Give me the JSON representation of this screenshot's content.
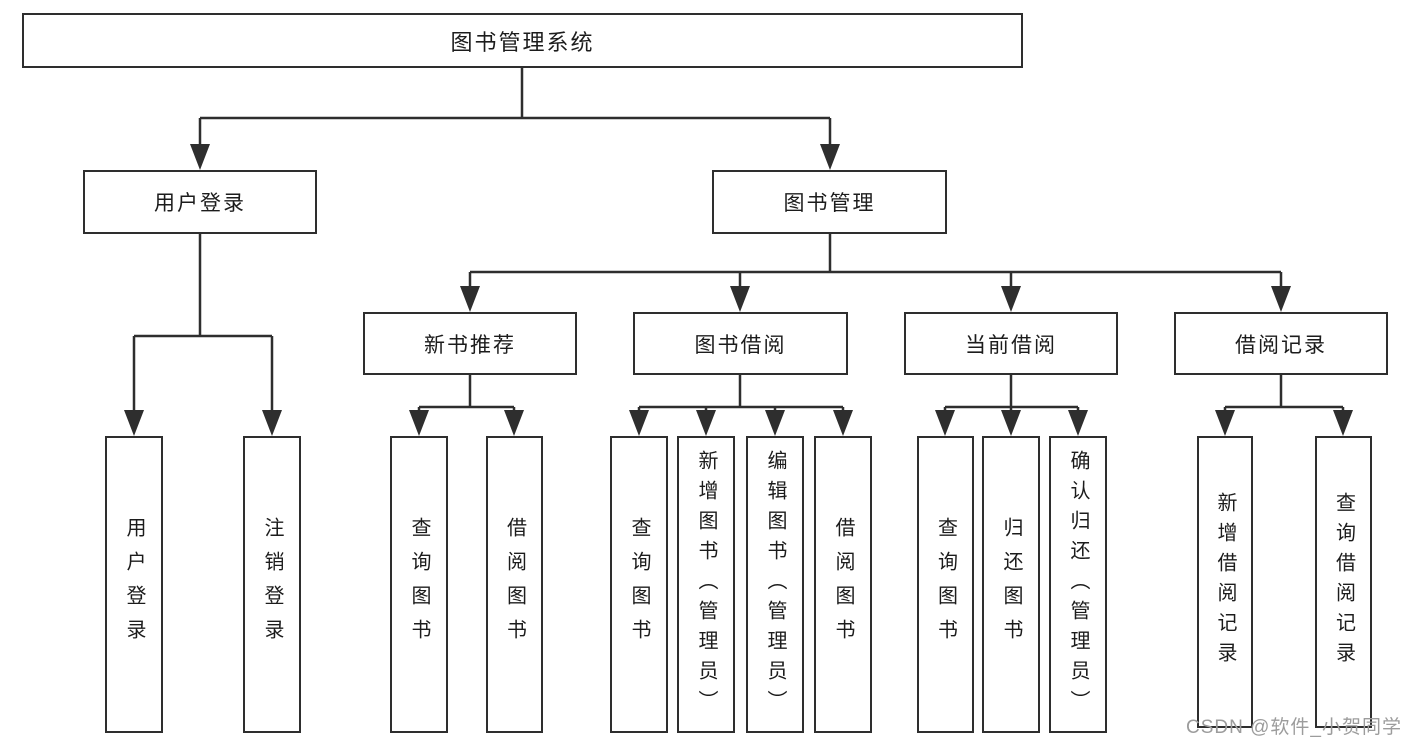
{
  "diagram_title": "图书管理系统",
  "tree": {
    "root": {
      "label": "图书管理系统"
    },
    "children": [
      {
        "label": "用户登录",
        "children": [
          {
            "label": "用户登录"
          },
          {
            "label": "注销登录"
          }
        ]
      },
      {
        "label": "图书管理",
        "children": [
          {
            "label": "新书推荐",
            "children": [
              {
                "label": "查询图书"
              },
              {
                "label": "借阅图书"
              }
            ]
          },
          {
            "label": "图书借阅",
            "children": [
              {
                "label": "查询图书"
              },
              {
                "label": "新增图书（管理员）"
              },
              {
                "label": "编辑图书（管理员）"
              },
              {
                "label": "借阅图书"
              }
            ]
          },
          {
            "label": "当前借阅",
            "children": [
              {
                "label": "查询图书"
              },
              {
                "label": "归还图书"
              },
              {
                "label": "确认归还（管理员）"
              }
            ]
          },
          {
            "label": "借阅记录",
            "children": [
              {
                "label": "新增借阅记录"
              },
              {
                "label": "查询借阅记录"
              }
            ]
          }
        ]
      }
    ]
  },
  "watermark": "CSDN @软件_小贺同学",
  "colors": {
    "line": "#2e2e2e",
    "text": "#1c1c1c",
    "background": "#ffffff",
    "watermark": "#9c9c9c"
  }
}
